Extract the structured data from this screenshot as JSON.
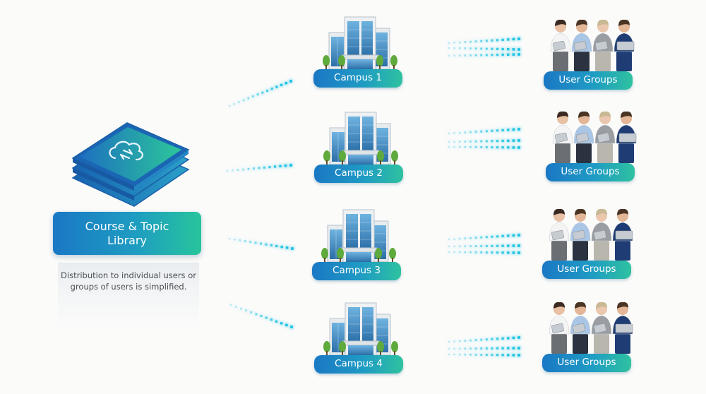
{
  "library": {
    "title": "Course & Topic Library",
    "description": "Distribution to individual users or groups of users is simplified.",
    "icon": "cloud-sync-icon"
  },
  "campuses": [
    {
      "label": "Campus 1",
      "icon": "building-icon"
    },
    {
      "label": "Campus 2",
      "icon": "building-icon"
    },
    {
      "label": "Campus 3",
      "icon": "building-icon"
    },
    {
      "label": "Campus 4",
      "icon": "building-icon"
    }
  ],
  "user_groups": [
    {
      "label": "User Groups",
      "icon": "people-group-icon"
    },
    {
      "label": "User Groups",
      "icon": "people-group-icon"
    },
    {
      "label": "User Groups",
      "icon": "people-group-icon"
    },
    {
      "label": "User Groups",
      "icon": "people-group-icon"
    }
  ],
  "colors": {
    "accent_blue": "#1a78c4",
    "accent_teal": "#2ec2a0",
    "connector": "#19c6e6",
    "background": "#fbfbfa"
  }
}
